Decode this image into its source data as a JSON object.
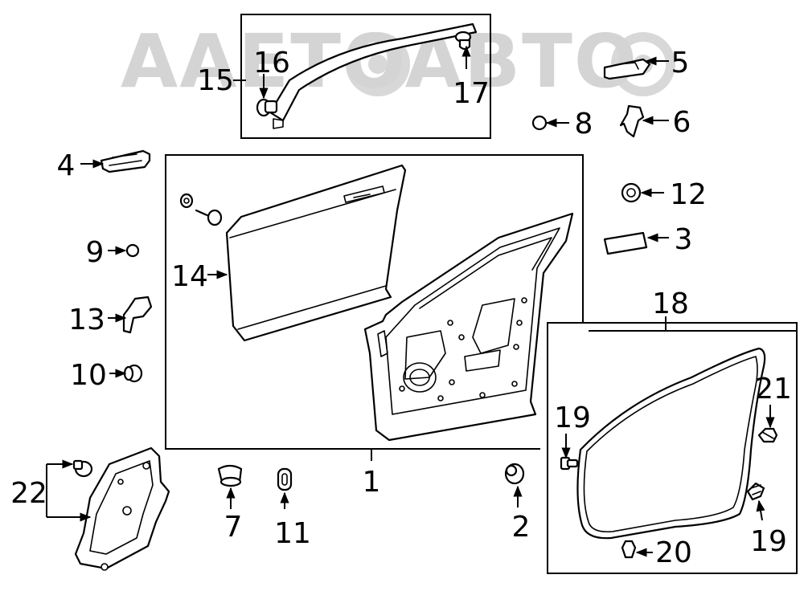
{
  "watermark": {
    "text": "AAETOABTO"
  },
  "callouts": [
    {
      "id": "1",
      "text": "1"
    },
    {
      "id": "2",
      "text": "2"
    },
    {
      "id": "3",
      "text": "3"
    },
    {
      "id": "4",
      "text": "4"
    },
    {
      "id": "5",
      "text": "5"
    },
    {
      "id": "6",
      "text": "6"
    },
    {
      "id": "7",
      "text": "7"
    },
    {
      "id": "8",
      "text": "8"
    },
    {
      "id": "9",
      "text": "9"
    },
    {
      "id": "10",
      "text": "10"
    },
    {
      "id": "11",
      "text": "11"
    },
    {
      "id": "12",
      "text": "12"
    },
    {
      "id": "13",
      "text": "13"
    },
    {
      "id": "14",
      "text": "14"
    },
    {
      "id": "15",
      "text": "15"
    },
    {
      "id": "16",
      "text": "16"
    },
    {
      "id": "17",
      "text": "17"
    },
    {
      "id": "18",
      "text": "18"
    },
    {
      "id": "19a",
      "text": "19"
    },
    {
      "id": "19b",
      "text": "19"
    },
    {
      "id": "20",
      "text": "20"
    },
    {
      "id": "21",
      "text": "21"
    },
    {
      "id": "22",
      "text": "22"
    }
  ]
}
